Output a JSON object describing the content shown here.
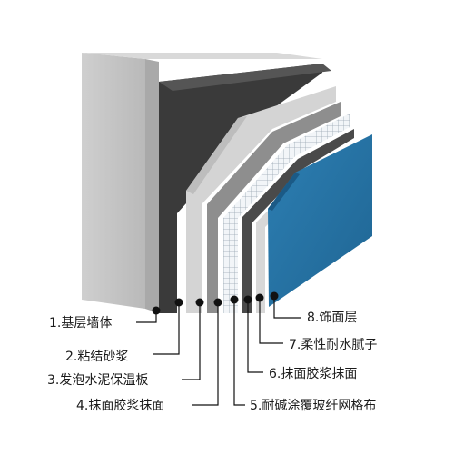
{
  "diagram": {
    "layers": [
      {
        "label": "1.基层墙体",
        "color": "#c8c8c8"
      },
      {
        "label": "2.粘结砂浆",
        "color": "#3a3a3a"
      },
      {
        "label": "3.发泡水泥保温板",
        "color": "#d4d4d4"
      },
      {
        "label": "4.抹面胶浆抹面",
        "color": "#8e8e8e"
      },
      {
        "label": "5.耐碱涂覆玻纤网格布",
        "color": "#e8eef4"
      },
      {
        "label": "6.抹面胶浆抹面",
        "color": "#4a4a4a"
      },
      {
        "label": "7.柔性耐水腻子",
        "color": "#d8d8d8"
      },
      {
        "label": "8.饰面层",
        "color": "#2670a0"
      }
    ]
  }
}
